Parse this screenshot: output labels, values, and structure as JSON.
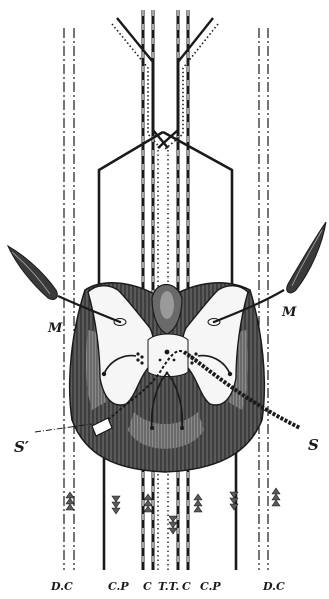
{
  "figure": {
    "labels": {
      "motor_left": "M",
      "motor_right": "M",
      "sensory_left": "S′",
      "sensory_right": "S"
    },
    "column_labels": [
      "D.C",
      "C.P",
      "C",
      "T.T.",
      "C",
      "C.P",
      "D.C"
    ],
    "colors": {
      "ink": "#1a1a1a",
      "paper": "#ffffff",
      "grey_matter": "#f6f6f6",
      "white_matter_dark": "#4a4a4a",
      "white_matter_mid": "#7a7a7a"
    }
  }
}
